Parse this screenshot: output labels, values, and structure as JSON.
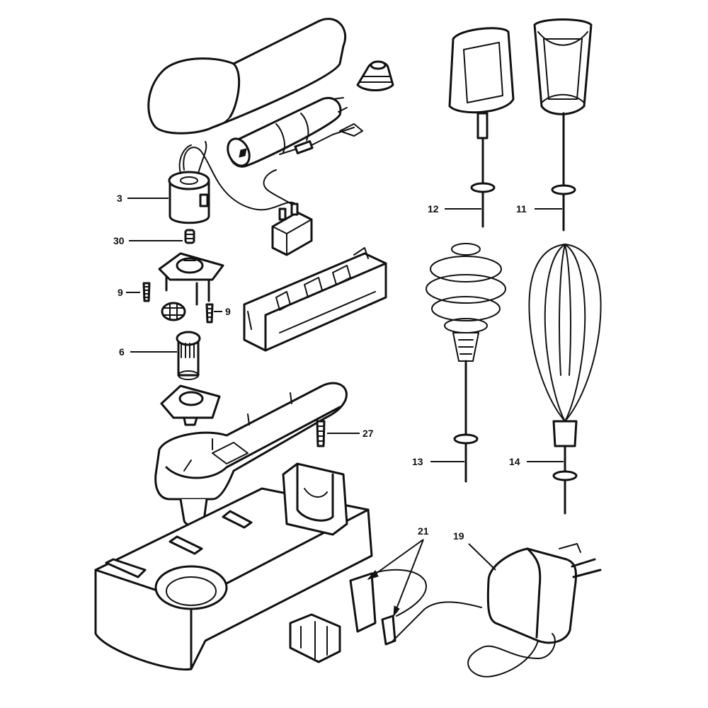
{
  "labels": {
    "motor": "3",
    "spring": "30",
    "screw_left": "9",
    "screw_right": "9",
    "gear": "6",
    "screw_housing": "27",
    "beater_hook_a": "12",
    "beater_hook_b": "11",
    "spiral_whisk": "13",
    "balloon_whisk": "14",
    "contacts": "21",
    "charger": "19"
  },
  "colors": {
    "ink": "#111111",
    "paper": "#ffffff"
  }
}
